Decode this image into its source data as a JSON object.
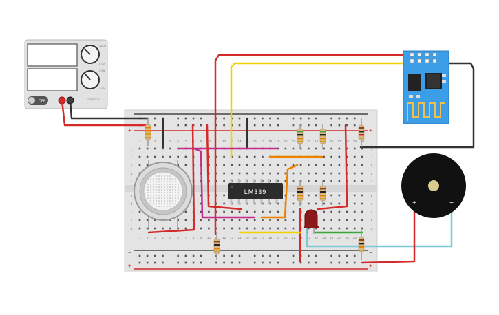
{
  "power_supply": {
    "switch_label": "OFF",
    "knob1_labels": [
      "25.0V",
      "0.0V"
    ],
    "knob2_labels": [
      "0.5A",
      "0.0A"
    ],
    "brand": "tinkercad"
  },
  "breadboard": {
    "row_letters_top": [
      "j",
      "i",
      "h",
      "g",
      "f"
    ],
    "row_letters_bottom": [
      "e",
      "d",
      "c",
      "b",
      "a"
    ],
    "columns": [
      "1",
      "2",
      "3",
      "4",
      "5",
      "6",
      "7",
      "8",
      "9",
      "10",
      "11",
      "12",
      "13",
      "14",
      "15",
      "16",
      "17",
      "18",
      "19",
      "20",
      "21",
      "22",
      "23",
      "24",
      "25",
      "26",
      "27",
      "28",
      "29",
      "30"
    ],
    "rail_plus": "+",
    "rail_minus": "−"
  },
  "ic": {
    "label": "LM339"
  },
  "buzzer": {
    "plus": "+",
    "minus": "−"
  },
  "colors": {
    "red": "#d42a2a",
    "black": "#333333",
    "yellow": "#f0d200",
    "magenta": "#c42c8c",
    "orange": "#ee8000",
    "green": "#3aa63a",
    "cyan": "#7cc8d4",
    "esp_blue": "#3d9ee8"
  }
}
